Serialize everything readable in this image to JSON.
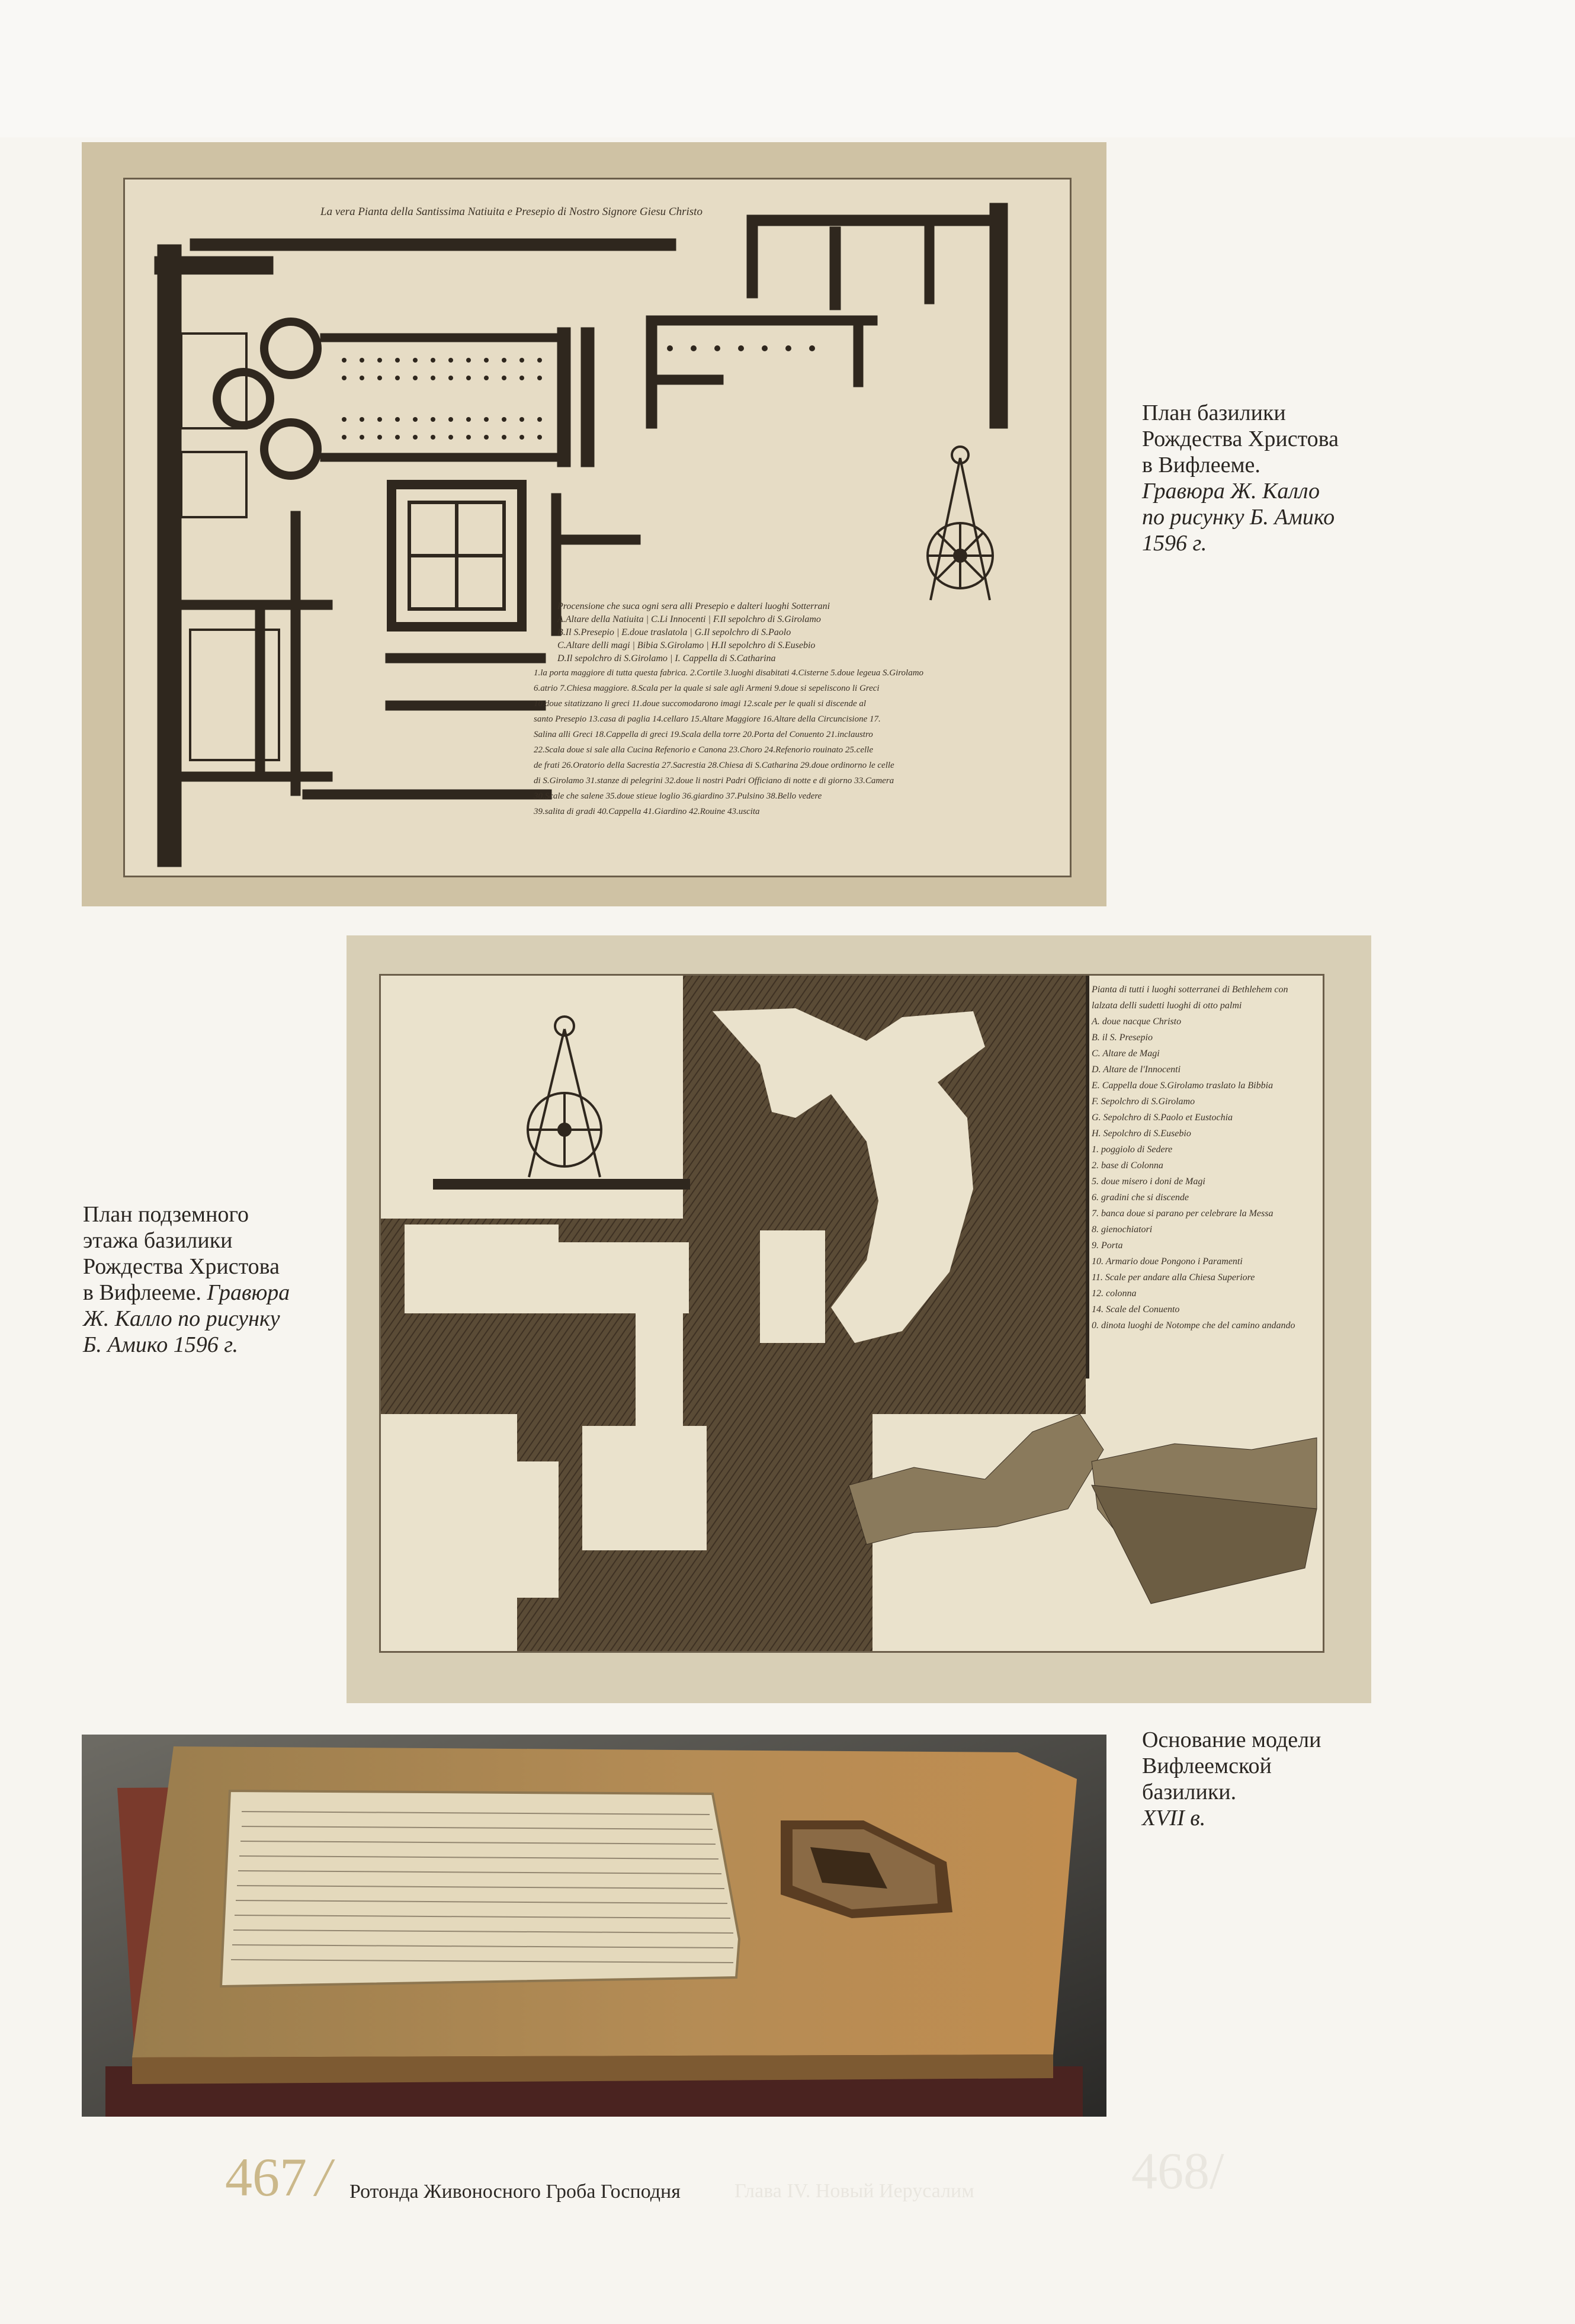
{
  "page_number": "467",
  "running_title": "Ротонда Живоносного Гроба Господня",
  "figures": {
    "fig1": {
      "engraving_title": "La vera Pianta della Santissima Natiuita e Presepio di Nostro Signore Giesu Christo",
      "legend": [
        "Procensione che suca ogni sera alli Presepio e dalteri luoghi Sotterrani",
        "A.Altare della Natiuita | C.Li Innocenti | F.Il sepolchro di S.Girolamo",
        "B.Il S.Presepio | E.doue traslatola | G.Il sepolchro di S.Paolo",
        "C.Altare delli magi | Bibia S.Girolamo | H.Il sepolchro di S.Eusebio",
        "D.Il sepolchro di S.Girolamo | I. Cappella di S.Catharina",
        "1.la porta maggiore di tutta questa fabrica. 2.Cortile 3.luoghi disabitati 4.Cisterne 5.doue legeua S.Girolamo",
        "6.atrio 7.Chiesa maggiore. 8.Scala per la quale si sale agli Armeni 9.doue si sepeliscono li Greci",
        "10.doue sitatizzano li greci 11.doue succomodarono imagi 12.scale per le quali si discende al",
        "santo Presepio 13.casa di paglia 14.cellaro 15.Altare Maggiore 16.Altare della Circuncisione 17.",
        "Salina alli Greci 18.Cappella di greci 19.Scala della torre 20.Porta del Conuento 21.inclaustro",
        "22.Scala doue si sale alla Cucina Refenorio e Canona 23.Choro 24.Refenorio rouinato 25.celle",
        "de frati 26.Oratorio della Sacrestia 27.Sacrestia 28.Chiesa di S.Catharina 29.doue ordinorno le celle",
        "di S.Girolamo 31.stanze di pelegrini 32.doue li nostri Padri Officiano di notte e di giorno 33.Camera",
        "30.Scale che salene 35.doue stieue loglio 36.giardino 37.Pulsino 38.Bello vedere",
        "39.salita di gradi 40.Cappella 41.Giardino 42.Rouine 43.uscita"
      ]
    },
    "fig2": {
      "legend": [
        "Pianta di tutti i luoghi sotterranei di Bethlehem con",
        "lalzata delli sudetti luoghi di otto palmi",
        "A. doue nacque Christo",
        "B. il S. Presepio",
        "C. Altare de Magi",
        "D. Altare de l'Innocenti",
        "E. Cappella doue S.Girolamo traslato la Bibbia",
        "F. Sepolchro di S.Girolamo",
        "G. Sepolchro di S.Paolo et Eustochia",
        "H. Sepolchro di S.Eusebio",
        "1. poggiolo di Sedere",
        "2. base di Colonna",
        "5. doue misero i doni de Magi",
        "6. gradini che si discende",
        "7. banca doue si parano per celebrare la Messa",
        "8. gienochiatori",
        "9. Porta",
        "10. Armario doue Pongono i Paramenti",
        "11. Scale per andare alla Chiesa Superiore",
        "12. colonna",
        "14. Scale del Conuento",
        "0. dinota luoghi de Notompe che del camino andando"
      ]
    }
  },
  "captions": {
    "cap1": {
      "lines": [
        "План базилики",
        "Рождества Христова",
        "в Вифлееме."
      ],
      "italic_lines": [
        "Гравюра Ж. Калло",
        "по рисунку Б. Амико",
        "1596 г."
      ]
    },
    "cap2": {
      "lines": [
        "План подземного",
        "этажа базилики",
        "Рождества Христова"
      ],
      "mixed": {
        "plain": "в Вифлееме.",
        "italic": "Гравюра"
      },
      "italic_lines": [
        "Ж. Калло по рисунку",
        "Б. Амико 1596 г."
      ]
    },
    "cap3": {
      "lines": [
        "Основание модели",
        "Вифлеемской",
        "базилики."
      ],
      "italic_lines": [
        "XVII в."
      ]
    }
  },
  "colors": {
    "page_number": "#cbb88a",
    "paper": "#e6dcc5",
    "ink": "#2e261d"
  }
}
